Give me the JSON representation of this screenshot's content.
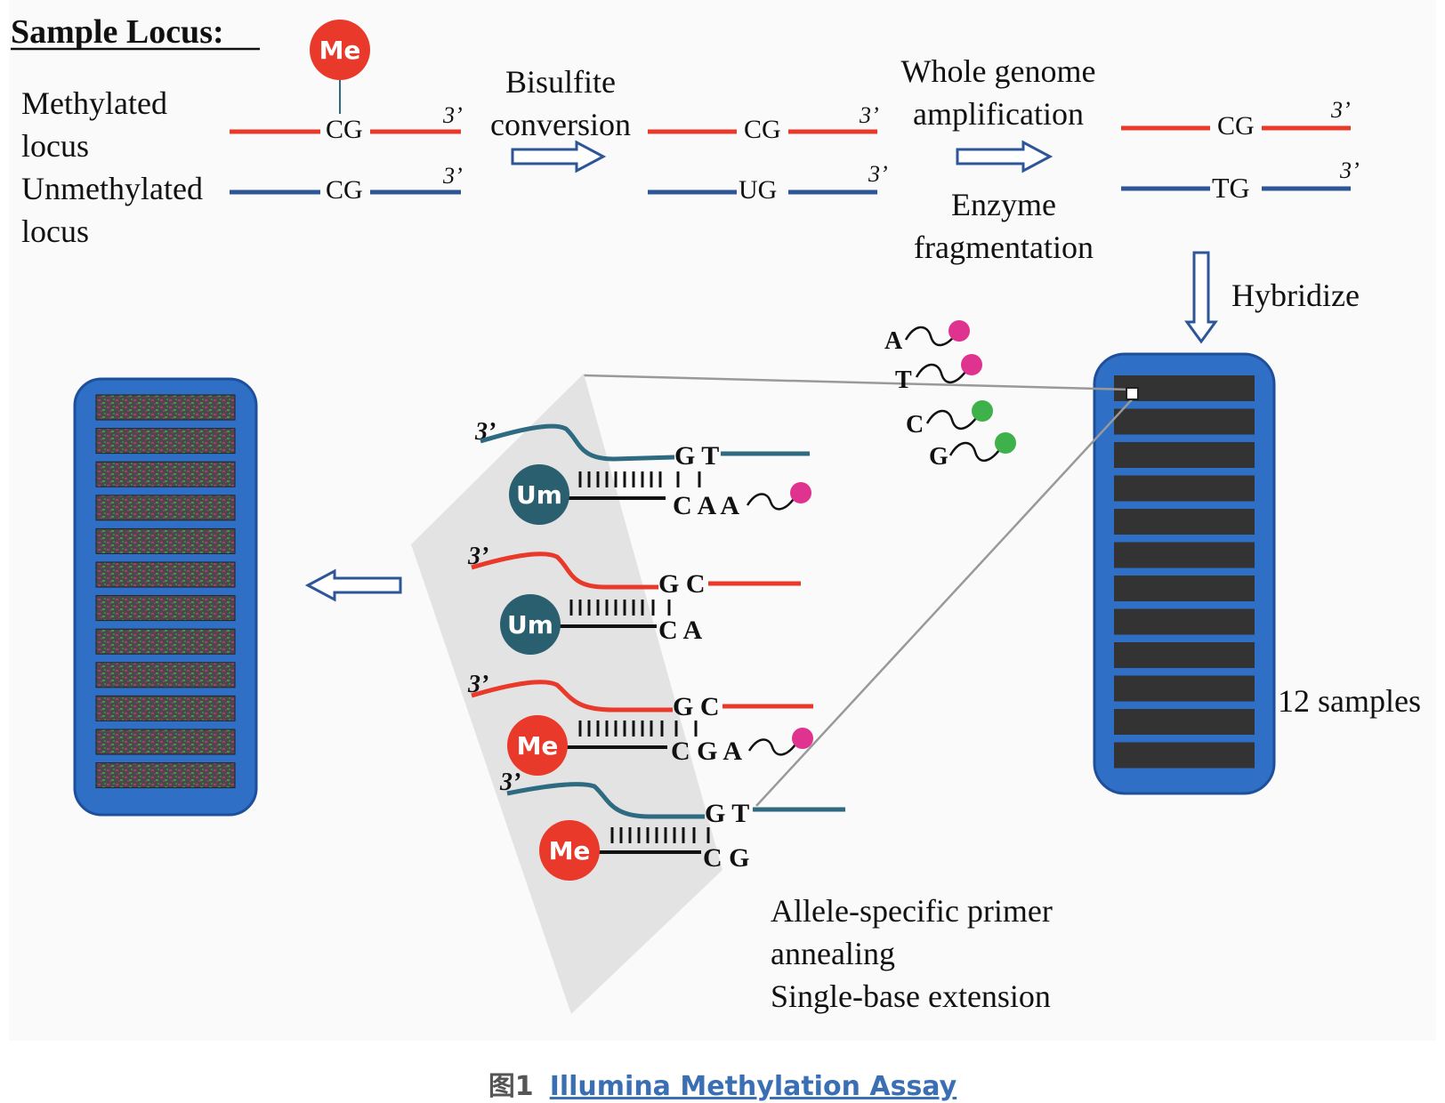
{
  "labels": {
    "sample_locus": "Sample Locus:",
    "methylated_1": "Methylated",
    "methylated_2": "locus",
    "unmethylated_1": "Unmethylated",
    "unmethylated_2": "locus",
    "bisulfite_1": "Bisulfite",
    "bisulfite_2": "conversion",
    "wga_1": "Whole genome",
    "wga_2": "amplification",
    "enzyme_1": "Enzyme",
    "enzyme_2": "fragmentation",
    "hybridize": "Hybridize",
    "samples": "12 samples",
    "asp_1": "Allele-specific primer",
    "asp_2": "annealing",
    "asp_3": "Single-base extension",
    "three_prime": "3’",
    "me": "Me",
    "um": "Um",
    "cg": "CG",
    "ug": "UG",
    "tg": "TG"
  },
  "nucleotides": {
    "a": "A",
    "t": "T",
    "c": "C",
    "g": "G"
  },
  "probes": [
    {
      "top": "G T",
      "bottom": "C A A",
      "bead": "Um"
    },
    {
      "top": "G C",
      "bottom": "C A",
      "bead": "Um"
    },
    {
      "top": "G C",
      "bottom": "C G A",
      "bead": "Me"
    },
    {
      "top": "G T",
      "bottom": "C G",
      "bead": "Me"
    }
  ],
  "caption": {
    "fig_label": "图1",
    "title": "Illumina Methylation Assay"
  },
  "colors": {
    "red": "#e8392a",
    "blue": "#2e5597",
    "teal": "#2e6b80",
    "chip": "#2f6fc6",
    "chip_dark": "#1e4f9a",
    "slot": "#333333",
    "pink": "#e0328f",
    "green": "#3fb14a",
    "gray_panel": "#e3e3e3",
    "bg": "#fafafa"
  }
}
